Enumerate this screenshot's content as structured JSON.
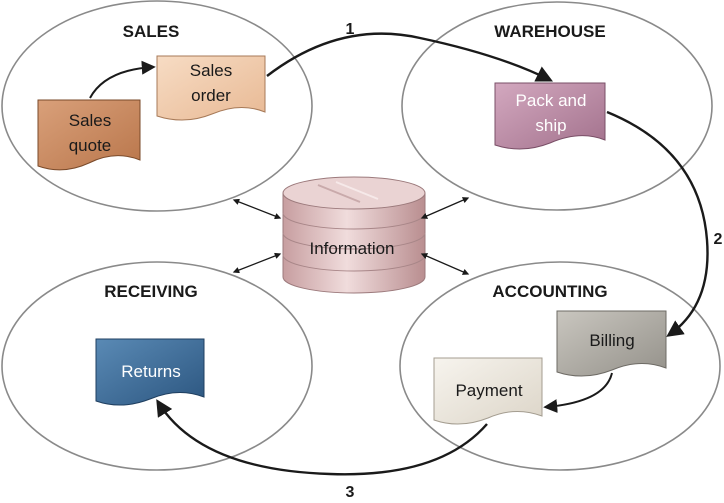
{
  "regions": {
    "sales": "SALES",
    "warehouse": "WAREHOUSE",
    "receiving": "RECEIVING",
    "accounting": "ACCOUNTING"
  },
  "documents": {
    "sales_quote": [
      "Sales",
      "quote"
    ],
    "sales_order": [
      "Sales",
      "order"
    ],
    "pack_and_ship": [
      "Pack and",
      "ship"
    ],
    "billing": [
      "Billing"
    ],
    "payment": [
      "Payment"
    ],
    "returns": [
      "Returns"
    ]
  },
  "database": {
    "label": "Information"
  },
  "steps": {
    "step1": "1",
    "step2": "2",
    "step3": "3"
  },
  "colors": {
    "sales_quote": "#c9875a",
    "sales_order": "#f1c9a9",
    "pack_and_ship": "#b98aa3",
    "billing": "#a7a59e",
    "payment": "#ece7de",
    "returns": "#3f6d98",
    "database": "#dcbdbe"
  }
}
